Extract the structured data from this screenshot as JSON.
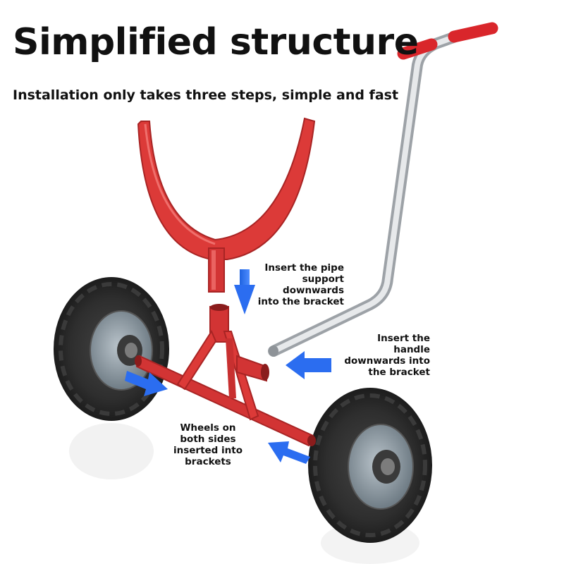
{
  "headline": "Simplified structure",
  "subheadline": "Installation only takes three steps, simple and fast",
  "callouts": {
    "pipe_support": [
      "Insert the pipe",
      "support",
      "downwards",
      "into the bracket"
    ],
    "handle": [
      "Insert the",
      "handle",
      "downwards into",
      "the bracket"
    ],
    "wheels": [
      "Wheels on",
      "both sides",
      "inserted into",
      "brackets"
    ]
  },
  "colors": {
    "frame_red": "#dc3a38",
    "frame_dark": "#a82424",
    "arrow_blue": "#1f63e0",
    "tire": "#2b2b2b",
    "rim": "#8d9aa3",
    "handle_metal": "#c9ccd0",
    "grip_red": "#d9262b"
  },
  "icons": {
    "pipe_arrow": "arrow-down-icon",
    "handle_arrow": "arrow-left-icon",
    "left_wheel_arrow": "arrow-right-icon",
    "right_wheel_arrow": "arrow-left-icon"
  }
}
